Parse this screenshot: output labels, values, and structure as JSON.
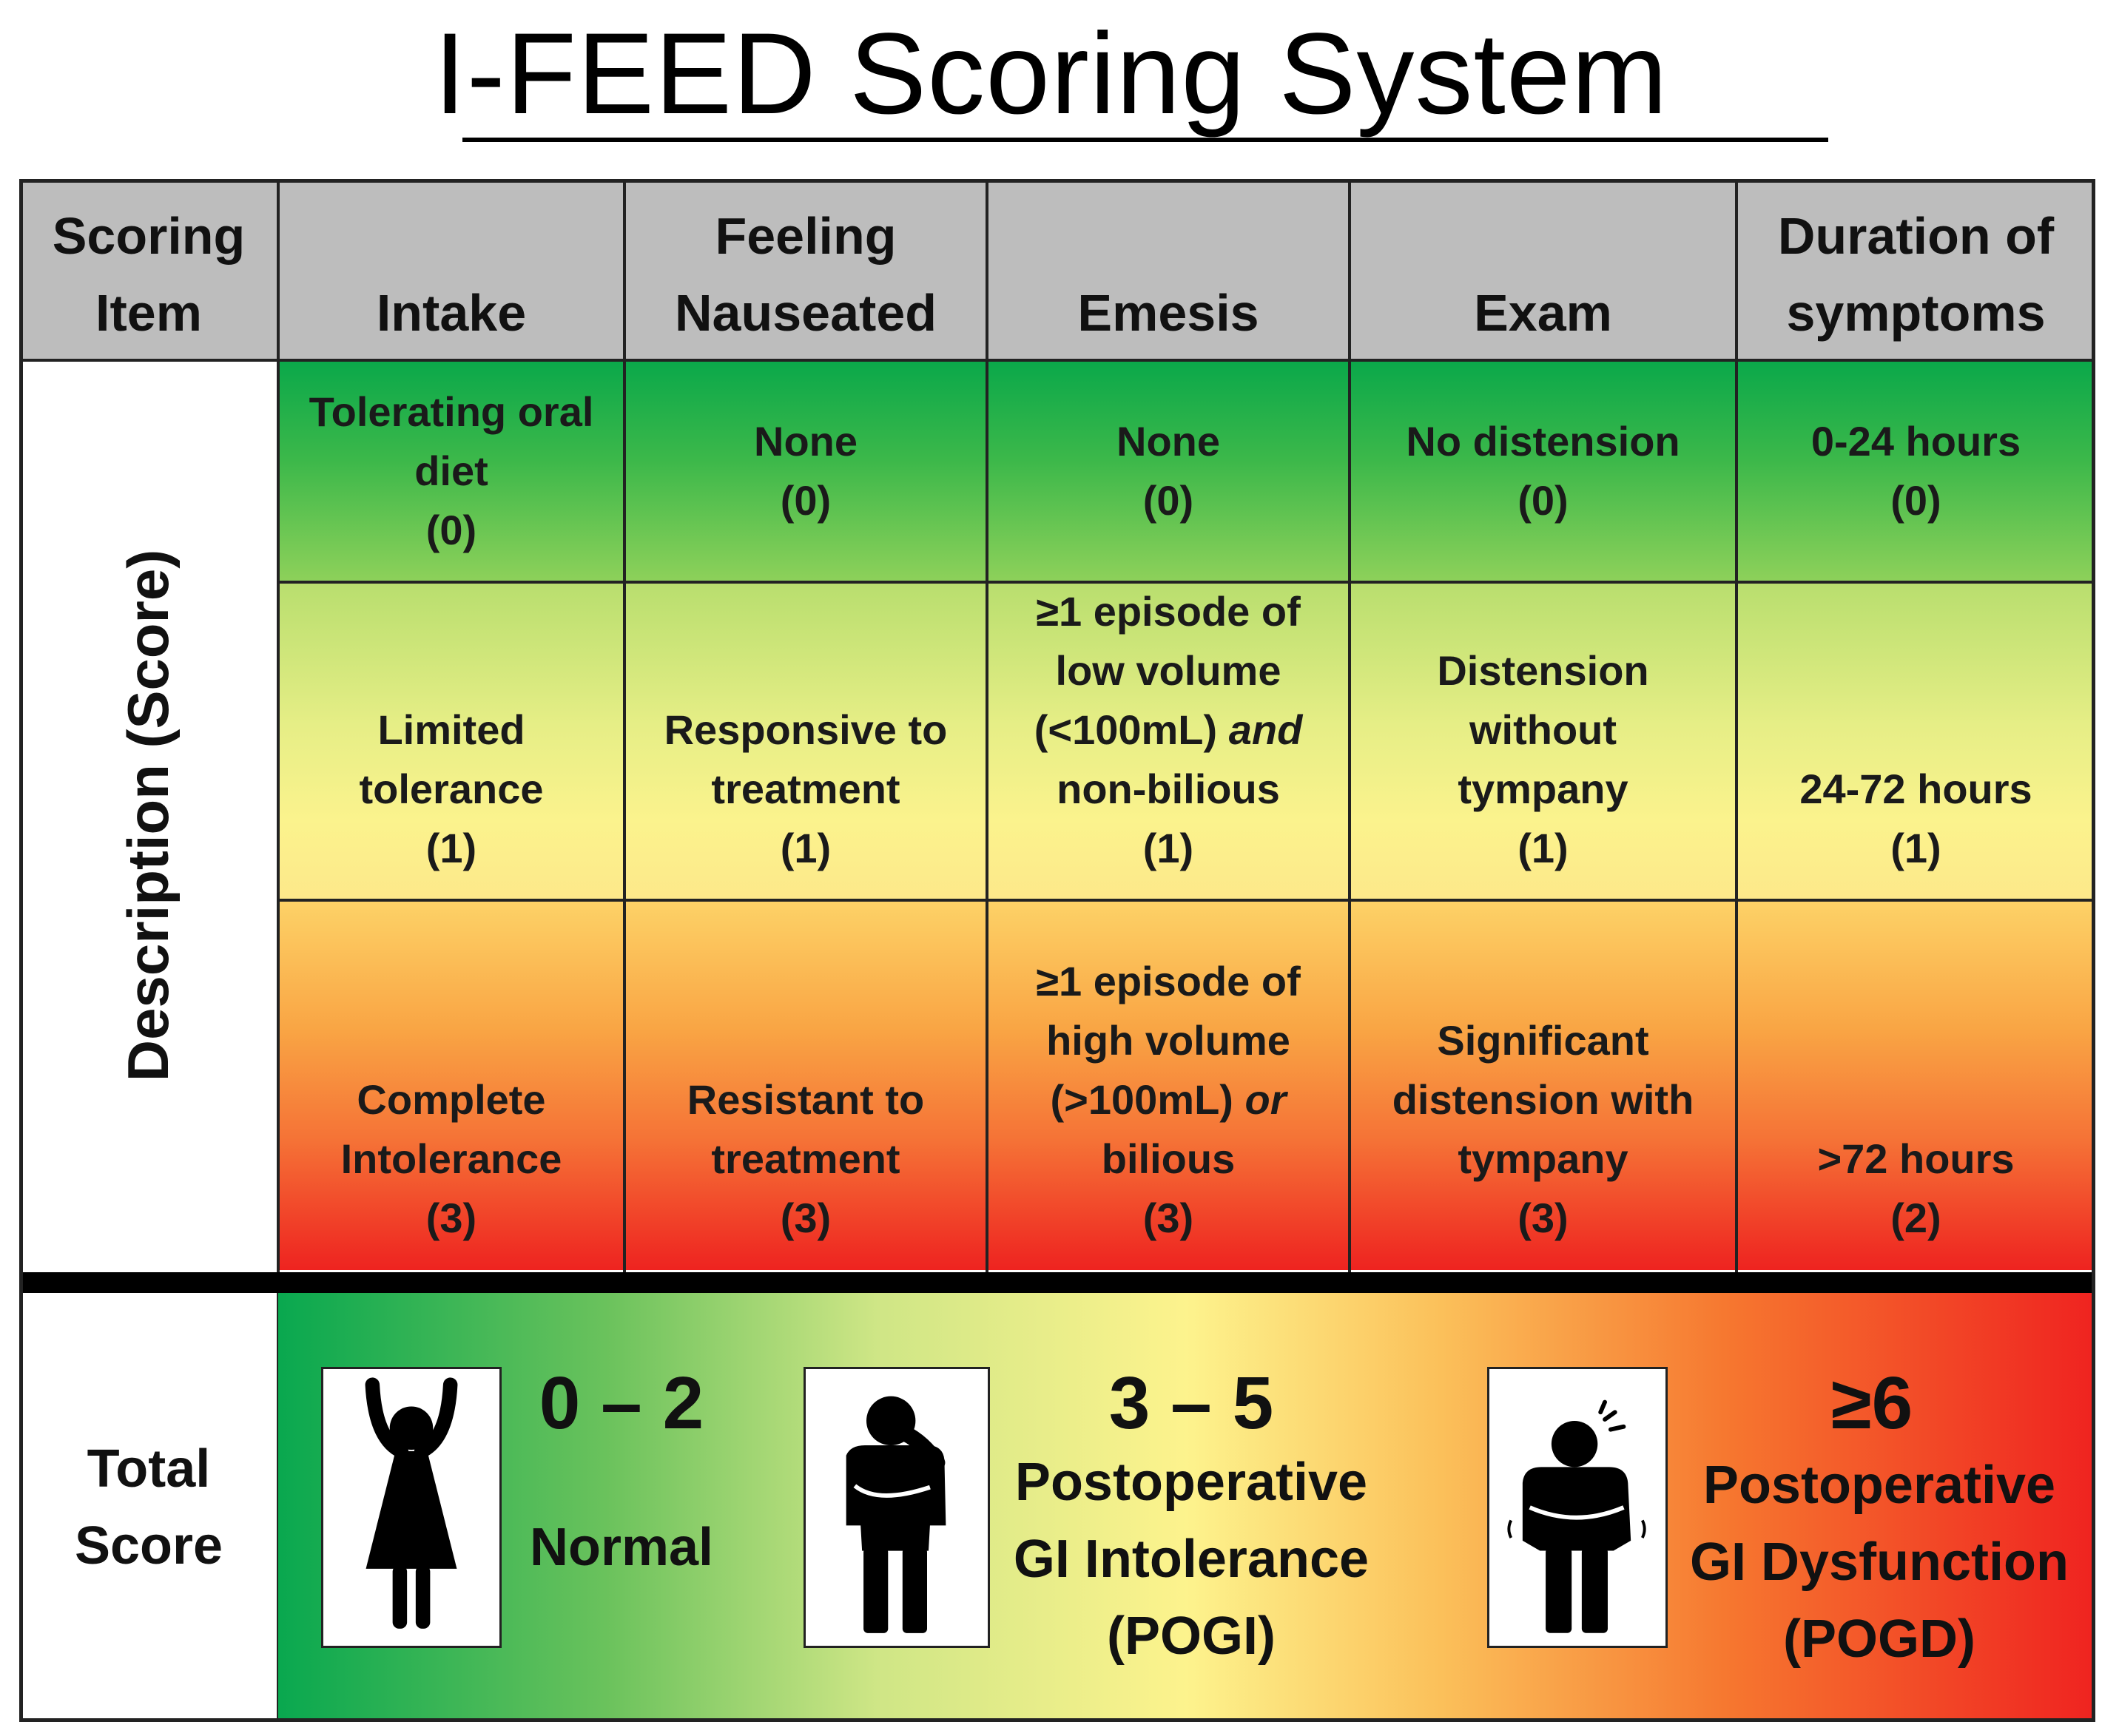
{
  "title": "I-FEED Scoring System",
  "header": {
    "scoring_item": [
      "Scoring",
      "Item"
    ],
    "intake": [
      "Intake"
    ],
    "feeling": [
      "Feeling",
      "Nauseated"
    ],
    "emesis": [
      "Emesis"
    ],
    "exam": [
      "Exam"
    ],
    "duration": [
      "Duration of",
      "symptoms"
    ]
  },
  "side_label": "Description (Score)",
  "rows": [
    {
      "intake": [
        "Tolerating oral",
        "diet",
        "(0)"
      ],
      "feeling": [
        "None",
        "(0)"
      ],
      "emesis": [
        "None",
        "(0)"
      ],
      "exam": [
        "No distension",
        "(0)"
      ],
      "duration": [
        "0-24 hours",
        "(0)"
      ]
    },
    {
      "intake": [
        "Limited",
        "tolerance",
        "(1)"
      ],
      "feeling": [
        "Responsive to",
        "treatment",
        "(1)"
      ],
      "emesis": [
        "≥1 episode of",
        "low volume",
        "(<100mL)",
        "and",
        "non-bilious",
        "(1)"
      ],
      "exam": [
        "Distension",
        "without",
        "tympany",
        "(1)"
      ],
      "duration": [
        "24-72 hours",
        "(1)"
      ]
    },
    {
      "intake": [
        "Complete",
        "Intolerance",
        "(3)"
      ],
      "feeling": [
        "Resistant to",
        "treatment",
        "(3)"
      ],
      "emesis": [
        "≥1 episode of",
        "high volume",
        "(>100mL)",
        "or",
        "bilious",
        "(3)"
      ],
      "exam": [
        "Significant",
        "distension with",
        "tympany",
        "(3)"
      ],
      "duration": [
        ">72 hours",
        "(2)"
      ]
    }
  ],
  "total": {
    "label": [
      "Total",
      "Score"
    ],
    "categories": [
      {
        "range": "0 – 2",
        "outcome": [
          "Normal"
        ],
        "icon": "person-arms-raised-icon"
      },
      {
        "range": "3 – 5",
        "outcome": [
          "Postoperative",
          "GI Intolerance",
          "(POGI)"
        ],
        "icon": "person-nauseated-icon"
      },
      {
        "range": "≥6",
        "outcome": [
          "Postoperative",
          "GI Dysfunction",
          "(POGD)"
        ],
        "icon": "person-stomach-pain-icon"
      }
    ]
  },
  "colors": {
    "header_gray": "#bdbdbd",
    "green": "#0aa84a",
    "yellow": "#fbf38d",
    "orange": "#f57236",
    "red": "#ee2320"
  }
}
